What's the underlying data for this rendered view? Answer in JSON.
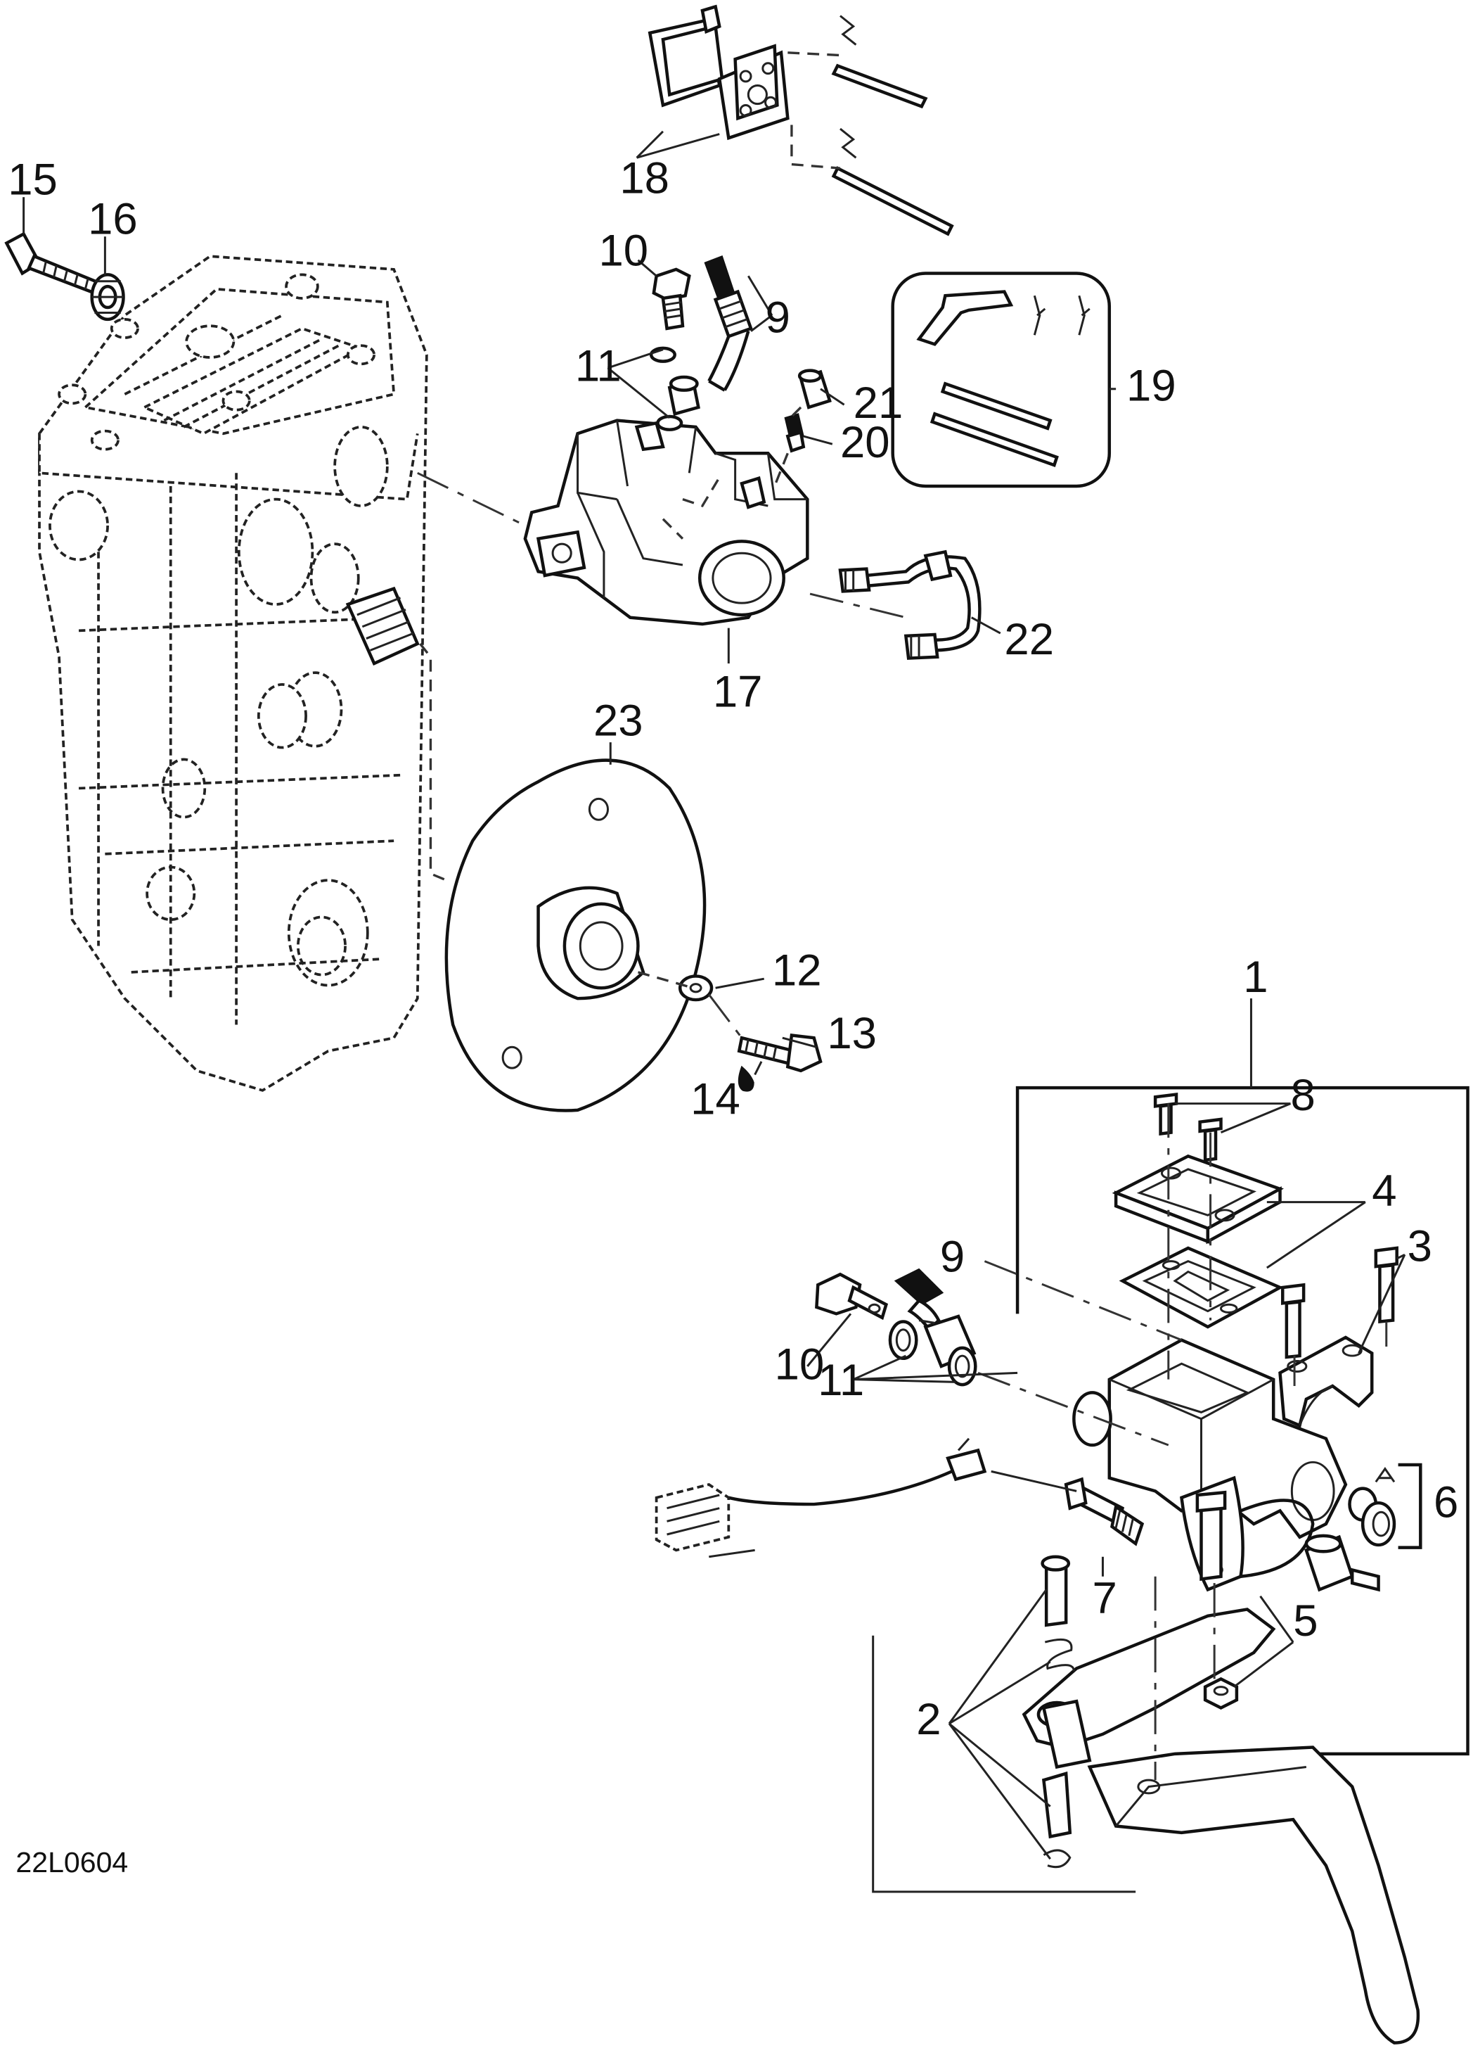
{
  "diagram": {
    "code": "22L0604",
    "callouts": [
      "1",
      "2",
      "3",
      "4",
      "5",
      "6",
      "7",
      "8",
      "9",
      "10",
      "11",
      "12",
      "13",
      "14",
      "15",
      "16",
      "17",
      "18",
      "19",
      "20",
      "21",
      "22",
      "23"
    ],
    "repeat_callouts": [
      "9",
      "10",
      "11"
    ]
  }
}
